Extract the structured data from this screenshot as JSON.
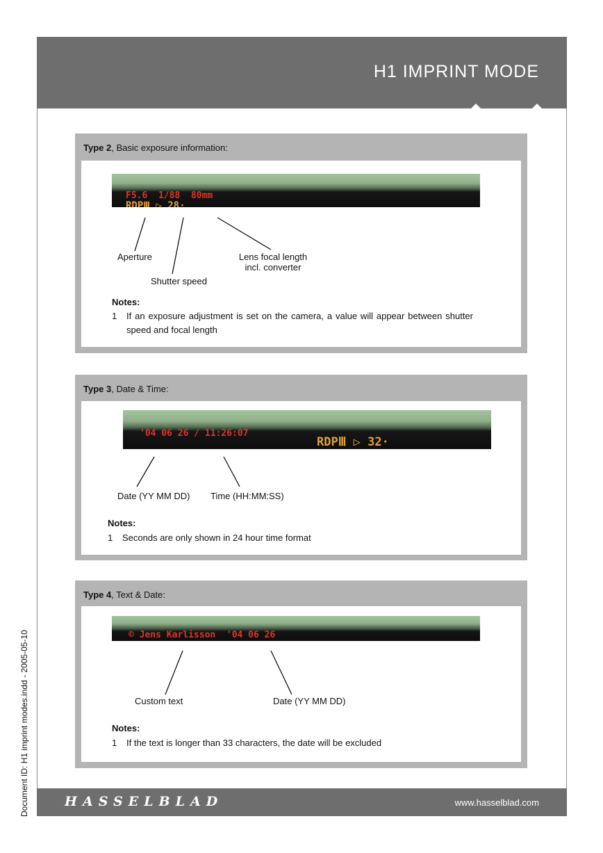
{
  "header": {
    "title": "H1 IMPRINT MODE"
  },
  "footer": {
    "logo_text": "HASSELBLAD",
    "url": "www.hasselblad.com"
  },
  "side": {
    "document_id": "Document ID: H1 imprint modes.indd - 2005-05-10"
  },
  "type2": {
    "heading_bold": "Type 2",
    "heading_rest": ", Basic exposure information:",
    "strip": {
      "line1": "F5.6  1/88  80mm",
      "line2": "RDPⅢ ▷ 28·"
    },
    "labels": {
      "aperture": "Aperture",
      "shutter": "Shutter speed",
      "focal_line1": "Lens focal length",
      "focal_line2": "incl. converter"
    },
    "notes_title": "Notes:",
    "notes": [
      {
        "num": "1",
        "text": "If an exposure adjustment is set on the camera, a value will appear between shutter speed and focal length"
      }
    ]
  },
  "type3": {
    "heading_bold": "Type 3",
    "heading_rest": ", Date & Time:",
    "strip": {
      "date_time": "'04 06 26 / 11:26:07",
      "film": "RDPⅢ ▷ 32·"
    },
    "labels": {
      "date": "Date (YY MM DD)",
      "time": "Time (HH:MM:SS)"
    },
    "notes_title": "Notes:",
    "notes": [
      {
        "num": "1",
        "text": "Seconds are only shown in 24 hour time format"
      }
    ]
  },
  "type4": {
    "heading_bold": "Type 4",
    "heading_rest": ", Text & Date:",
    "strip": {
      "text": "© Jens Karlisson  '04 06 26"
    },
    "labels": {
      "custom": "Custom text",
      "date": "Date (YY MM DD)"
    },
    "notes_title": "Notes:",
    "notes": [
      {
        "num": "1",
        "text": "If the text is longer than 33 characters, the date will be excluded"
      }
    ]
  }
}
